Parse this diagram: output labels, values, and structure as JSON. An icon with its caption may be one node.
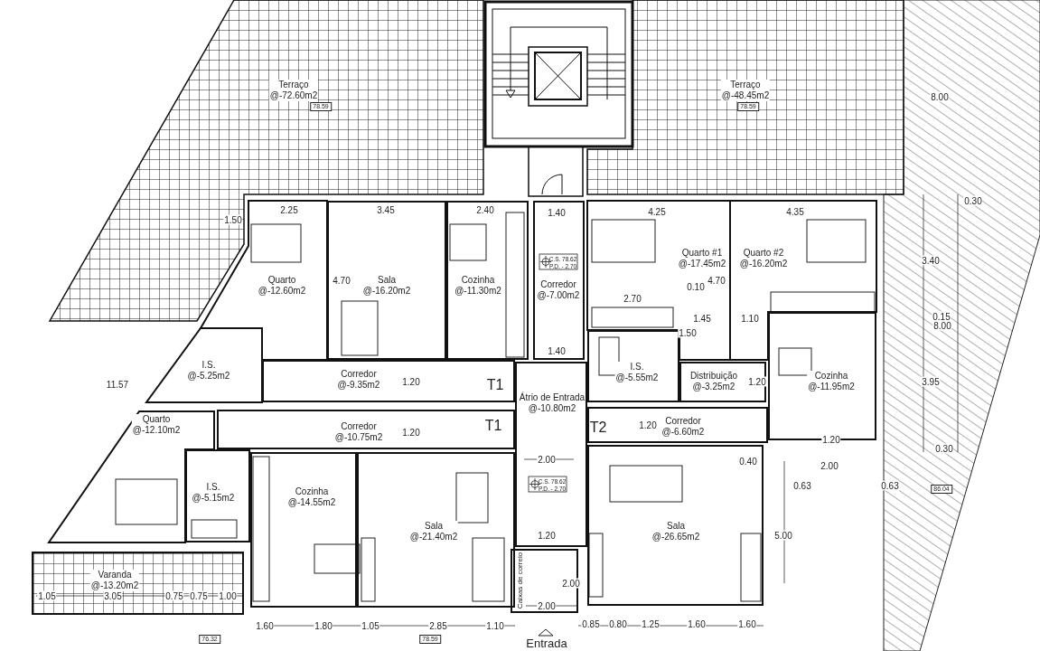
{
  "diagram": {
    "nodes": [
      {
        "text": [
          "Terraço",
          "@-72.60m2"
        ]
      },
      {
        "text": [
          "Terraço",
          "@-48.45m2"
        ]
      },
      {
        "text": [
          "Quarto",
          "@-12.60m2"
        ]
      },
      {
        "text": [
          "Sala",
          "@-16.20m2"
        ]
      },
      {
        "text": [
          "Cozinha",
          "@-11.30m2"
        ]
      },
      {
        "text": [
          "Corredor",
          "@-7.00m2"
        ]
      },
      {
        "text": [
          "Quarto #1",
          "@-17.45m2"
        ]
      },
      {
        "text": [
          "Quarto #2",
          "@-16.20m2"
        ]
      },
      {
        "text": [
          "I.S.",
          "@-5.25m2"
        ]
      },
      {
        "text": [
          "Corredor",
          "@-9.35m2"
        ]
      },
      {
        "text": [
          "Átrio de Entrada",
          "@-10.80m2"
        ]
      },
      {
        "text": [
          "I.S.",
          "@-5.55m2"
        ]
      },
      {
        "text": [
          "Distribuição",
          "@-3.25m2"
        ]
      },
      {
        "text": [
          "Cozinha",
          "@-11.95m2"
        ]
      },
      {
        "text": [
          "Quarto",
          "@-12.10m2"
        ]
      },
      {
        "text": [
          "Corredor",
          "@-10.75m2"
        ]
      },
      {
        "text": [
          "I.S.",
          "@-5.15m2"
        ]
      },
      {
        "text": [
          "Cozinha",
          "@-14.55m2"
        ]
      },
      {
        "text": [
          "Sala",
          "@-21.40m2"
        ]
      },
      {
        "text": [
          "Corredor",
          "@-6.60m2"
        ]
      },
      {
        "text": [
          "Sala",
          "@-26.65m2"
        ]
      },
      {
        "text": [
          "Caixas de correio"
        ]
      },
      {
        "text": [
          "Varanda",
          "@-13.20m2"
        ]
      }
    ],
    "labels": [
      "8.00",
      "78.59",
      "78.59",
      "0.30",
      "2.25",
      "3.45",
      "2.40",
      "1.40",
      "4.25",
      "4.35",
      "1.50",
      "C.S. 78.62",
      "P.D. - 2.70",
      "3.40",
      "4.70",
      "0.10",
      "4.70",
      "2.70",
      "1.45",
      "1.10",
      "0.15",
      "8.00",
      "1.50",
      "1.40",
      "11.57",
      "1.20",
      "T1",
      "1.20",
      "3.95",
      "1.20",
      "T1",
      "T2",
      "1.20",
      "1.20",
      "0.30",
      "2.00",
      "0.40",
      "2.00",
      "C.S. 78.62",
      "P.D. - 2.70",
      "0.63",
      "0.63",
      "86.04",
      "1.20",
      "5.00",
      "2.00",
      "1.05",
      "3.05",
      "0.75",
      "0.75",
      "1.00",
      "2.00",
      "1.60",
      "1.80",
      "1.05",
      "2.85",
      "1.10",
      "0.85",
      "0.80",
      "1.25",
      "1.60",
      "1.60",
      "76.32",
      "78.59",
      "Entrada"
    ]
  }
}
